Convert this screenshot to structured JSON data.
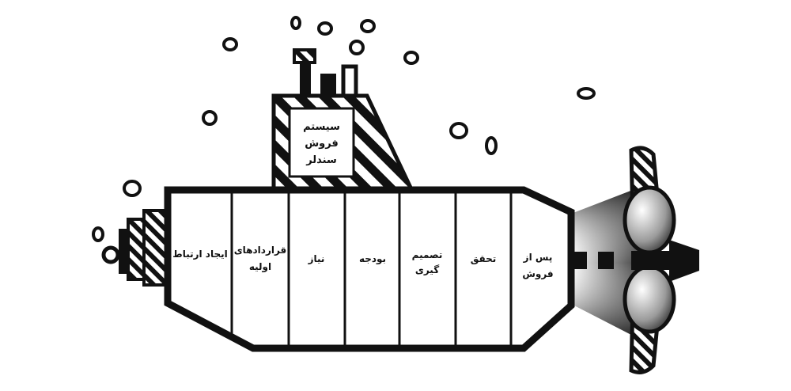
{
  "tower": {
    "title_lines": [
      "سیستم",
      "فروش",
      "سندلر"
    ]
  },
  "sections": [
    {
      "lines": [
        "ایجاد ارتباط"
      ]
    },
    {
      "lines": [
        "قراردادهای",
        "اولیه"
      ]
    },
    {
      "lines": [
        "نیاز"
      ]
    },
    {
      "lines": [
        "بودجه"
      ]
    },
    {
      "lines": [
        "تصمیم",
        "گیری"
      ]
    },
    {
      "lines": [
        "تحقق"
      ]
    },
    {
      "lines": [
        "پس از",
        "فروش"
      ]
    }
  ]
}
